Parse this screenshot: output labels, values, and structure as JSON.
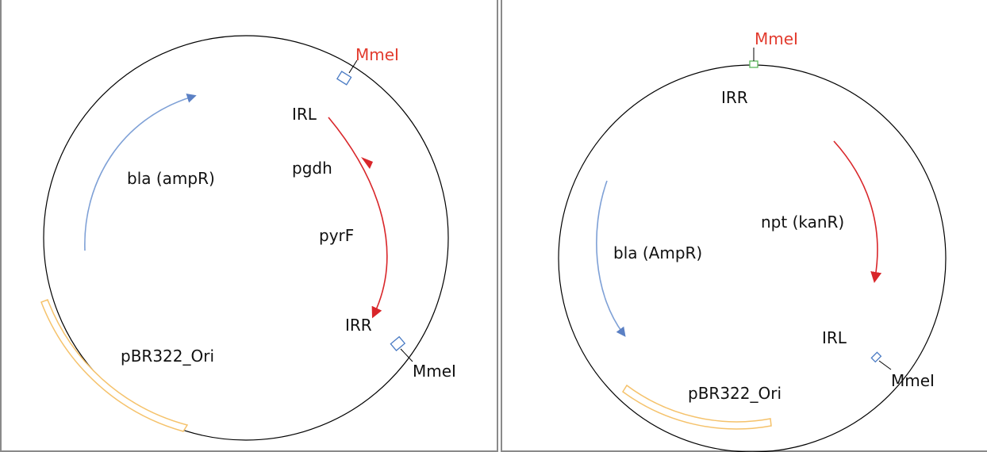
{
  "left_map": {
    "features": {
      "bla": "bla (ampR)",
      "irl": "IRL",
      "pgdh": "pgdh",
      "pyrf": "pyrF",
      "irr": "IRR",
      "ori": "pBR322_Ori"
    },
    "sites": {
      "mmei_top": "MmeI",
      "mmei_right": "MmeI"
    }
  },
  "right_map": {
    "features": {
      "irr": "IRR",
      "npt": "npt (kanR)",
      "bla": "bla (AmpR)",
      "irl": "IRL",
      "ori": "pBR322_Ori"
    },
    "sites": {
      "mmei_top": "MmeI",
      "mmei_right": "MmeI"
    }
  },
  "colors": {
    "backbone": "#000000",
    "bla_arrow": "#7ea0d6",
    "bla_head": "#5b80c4",
    "insert_arrow": "#d9262a",
    "ori_box": "#f5c26b",
    "site_box": "#4a7bc4",
    "site_box_alt": "#5cb85c",
    "highlight_label": "#e23b2e"
  }
}
